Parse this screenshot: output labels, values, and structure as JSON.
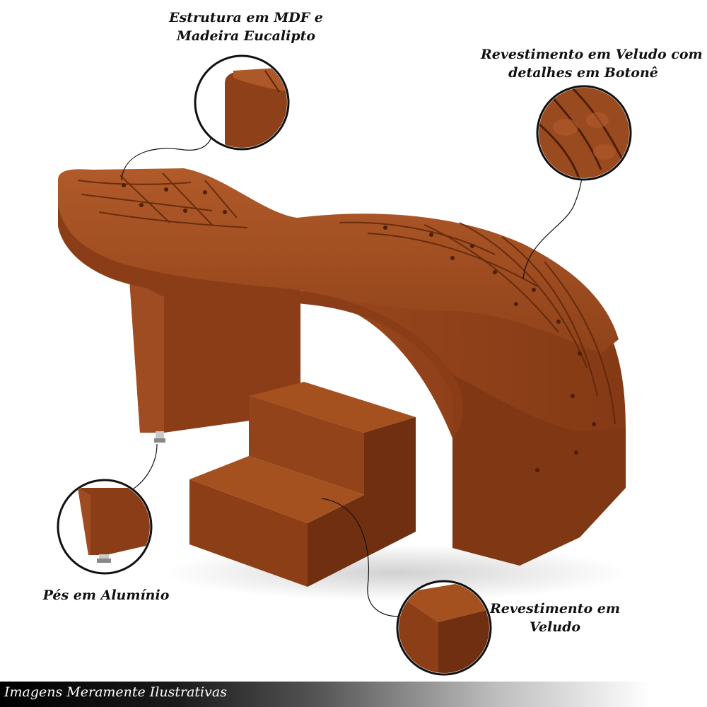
{
  "callouts": {
    "structure": {
      "line1": "Estrutura em MDF e",
      "line2": "Madeira Eucalipto"
    },
    "tufted": {
      "line1": "Revestimento em Veludo com",
      "line2": "detalhes em Botonê"
    },
    "feet": {
      "line1": "Pés em Alumínio"
    },
    "velvet": {
      "line1": "Revestimento em",
      "line2": "Veludo"
    }
  },
  "footer": {
    "text": "Imagens Meramente Ilustrativas"
  },
  "colors": {
    "velvet": "#9c4a1f",
    "velvet_dark": "#6e2f10",
    "velvet_light": "#b55c2b",
    "outline": "#111111"
  }
}
